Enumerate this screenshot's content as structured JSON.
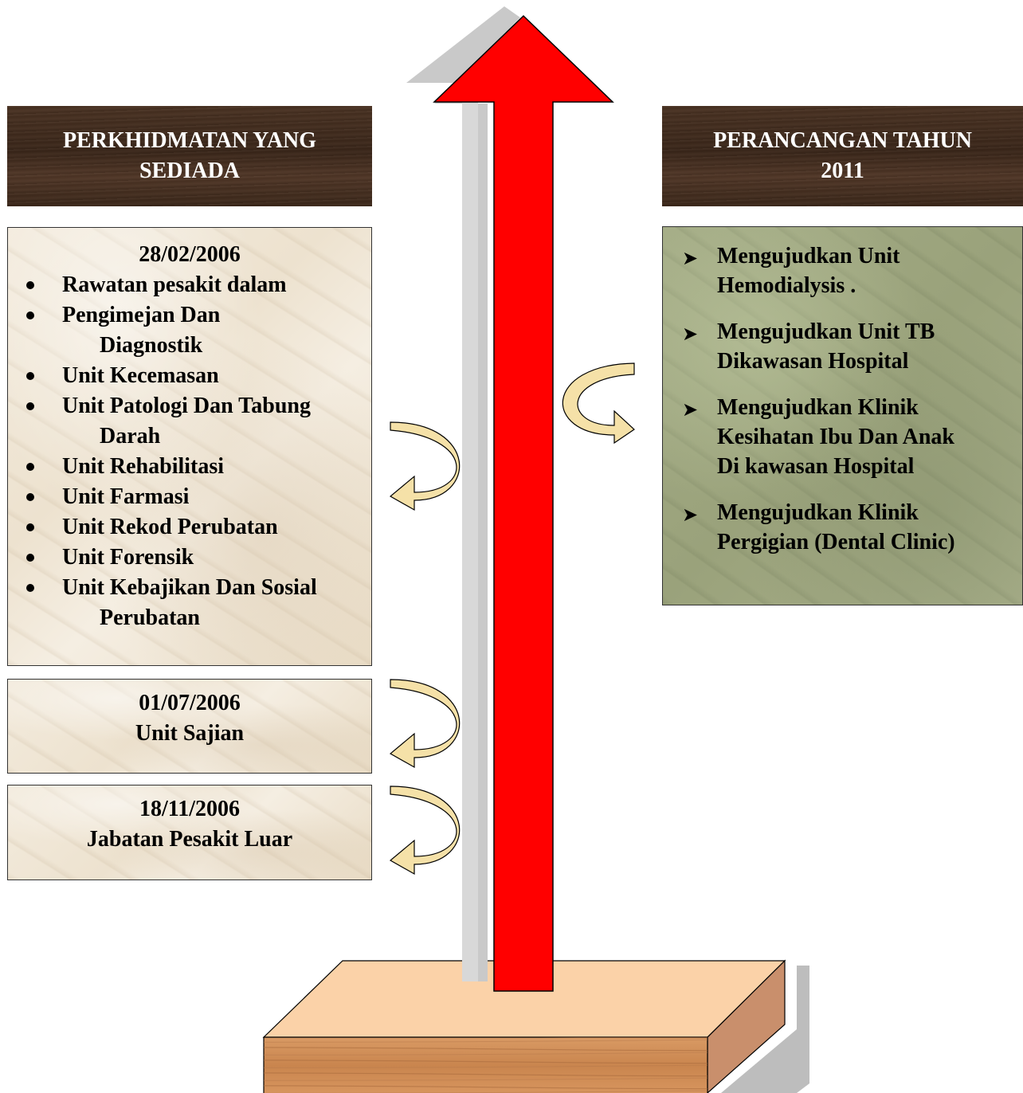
{
  "left": {
    "header": {
      "line1": "PERKHIDMATAN YANG",
      "line2": "SEDIADA"
    },
    "box1": {
      "date": "28/02/2006",
      "items": [
        {
          "line1": "Rawatan pesakit dalam",
          "line2": ""
        },
        {
          "line1": "Pengimejan Dan",
          "line2": "Diagnostik"
        },
        {
          "line1": "Unit Kecemasan",
          "line2": ""
        },
        {
          "line1": "Unit Patologi Dan Tabung",
          "line2": "Darah"
        },
        {
          "line1": "Unit Rehabilitasi",
          "line2": ""
        },
        {
          "line1": "Unit Farmasi",
          "line2": ""
        },
        {
          "line1": "Unit Rekod Perubatan",
          "line2": ""
        },
        {
          "line1": "Unit Forensik",
          "line2": ""
        },
        {
          "line1": "Unit Kebajikan Dan Sosial",
          "line2": "Perubatan"
        }
      ]
    },
    "box2": {
      "date": "01/07/2006",
      "text": "Unit Sajian"
    },
    "box3": {
      "date": "18/11/2006",
      "text": "Jabatan Pesakit Luar"
    }
  },
  "right": {
    "header": {
      "line1": "PERANCANGAN TAHUN",
      "line2": "2011"
    },
    "items": [
      {
        "line1": "Mengujudkan Unit",
        "line2": "Hemodialysis .",
        "line3": ""
      },
      {
        "line1": "Mengujudkan Unit TB",
        "line2": "Dikawasan Hospital",
        "line3": ""
      },
      {
        "line1": "Mengujudkan Klinik",
        "line2": "Kesihatan Ibu Dan Anak",
        "line3": "Di kawasan Hospital"
      },
      {
        "line1": "Mengujudkan Klinik",
        "line2": "Pergigian (Dental Clinic)",
        "line3": ""
      }
    ]
  },
  "colors": {
    "arrow": "#ff0000",
    "curved_arrow": "#f5e1a8",
    "header_wood": "#3f2a1c",
    "marble": "#efe6d6",
    "green_panel": "#9ea57f",
    "base_top": "#fbd2a8",
    "base_front": "#d28f59",
    "base_side": "#c98f6c"
  },
  "icons": {
    "bullet": "disc",
    "plan_bullet": "arrowhead-right",
    "central": "up-arrow",
    "curved_left": "curved-arrow-left",
    "curved_right": "curved-arrow-right"
  }
}
